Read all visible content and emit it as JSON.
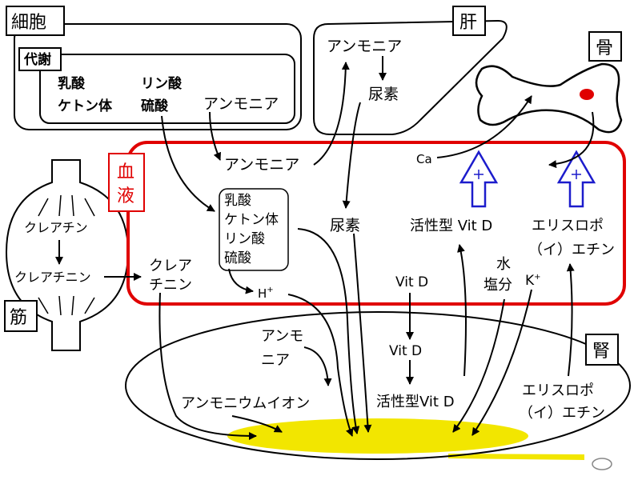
{
  "regions": {
    "cell": "細胞",
    "metabolism": "代謝",
    "liver": "肝",
    "bone": "骨",
    "blood_1": "血",
    "blood_2": "液",
    "muscle": "筋",
    "kidney": "腎"
  },
  "metabolism_items": {
    "lactic": "乳酸",
    "ketone": "ケトン体",
    "phosphoric": "リン酸",
    "sulfuric": "硫酸",
    "ammonia": "アンモニア"
  },
  "liver_items": {
    "ammonia": "アンモニア",
    "urea": "尿素"
  },
  "blood_items": {
    "ammonia": "アンモニア",
    "acids": [
      "乳酸",
      "ケトン体",
      "リン酸",
      "硫酸"
    ],
    "urea": "尿素",
    "ca": "Ca",
    "active_vitd": "活性型 Vit D",
    "epo_1": "エリスロポ",
    "epo_2": "（イ）エチン",
    "creatinine_1": "クレア",
    "creatinine_2": "チニン",
    "h_ion": "H",
    "h_sup": "+",
    "vitd": "Vit D",
    "water": "水",
    "salt": "塩分",
    "k_ion": "K",
    "k_sup": "+"
  },
  "muscle_items": {
    "creatine": "クレアチン",
    "creatinine": "クレアチニン"
  },
  "kidney_items": {
    "ammonia_1": "アンモ",
    "ammonia_2": "ニア",
    "ammonium": "アンモニウムイオン",
    "vitd": "Vit D",
    "active_vitd": "活性型Vit D",
    "epo_1": "エリスロポ",
    "epo_2": "（イ）エチン"
  },
  "colors": {
    "blood_border": "#e00000",
    "hormone_arrow": "#1c1ccc",
    "urine": "#f2e600",
    "marrow": "#e00000"
  }
}
